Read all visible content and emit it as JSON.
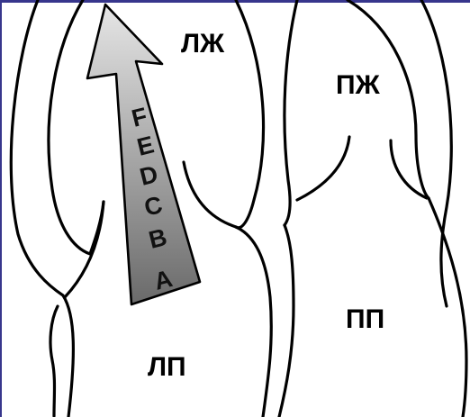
{
  "colors": {
    "background": "#ffffff",
    "outline": "#000000",
    "top_frame": "#37368c",
    "arrow_light": "#e2e2e2",
    "arrow_dark": "#6f6f6f"
  },
  "labels": {
    "left_ventricle": "ЛЖ",
    "right_ventricle": "ПЖ",
    "left_atrium": "ЛП",
    "right_atrium": "ПП"
  },
  "arrow": {
    "icon": "flow-arrow-icon",
    "grades": [
      "F",
      "E",
      "D",
      "C",
      "B",
      "A"
    ]
  }
}
